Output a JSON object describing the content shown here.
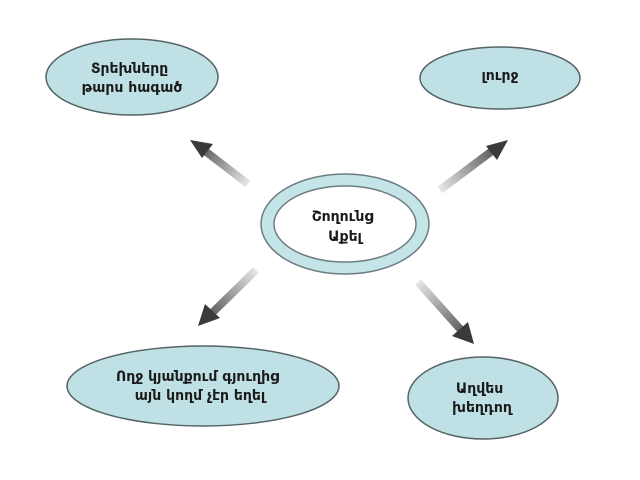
{
  "diagram": {
    "center": {
      "lines": [
        "Շողունց",
        "Աքել"
      ],
      "fill": "#ffffff",
      "ring_color": "#c5e4e8",
      "stroke": "#6d7d80"
    },
    "nodes": [
      {
        "id": "top-left",
        "lines": [
          "Տրեխները",
          "թարս հագած"
        ]
      },
      {
        "id": "top-right",
        "lines": [
          "լուրջ"
        ]
      },
      {
        "id": "bottom-left",
        "lines": [
          "Ողջ կյանքում գյուղից",
          "այն կողմ չէր եղել"
        ]
      },
      {
        "id": "bottom-right",
        "lines": [
          "Աղվես",
          "խեղդող"
        ]
      }
    ],
    "node_fill": "#bfe0e4",
    "node_stroke": "#556366",
    "arrow_dark": "#3a3a3a",
    "arrow_light": "#e6e6e6"
  }
}
